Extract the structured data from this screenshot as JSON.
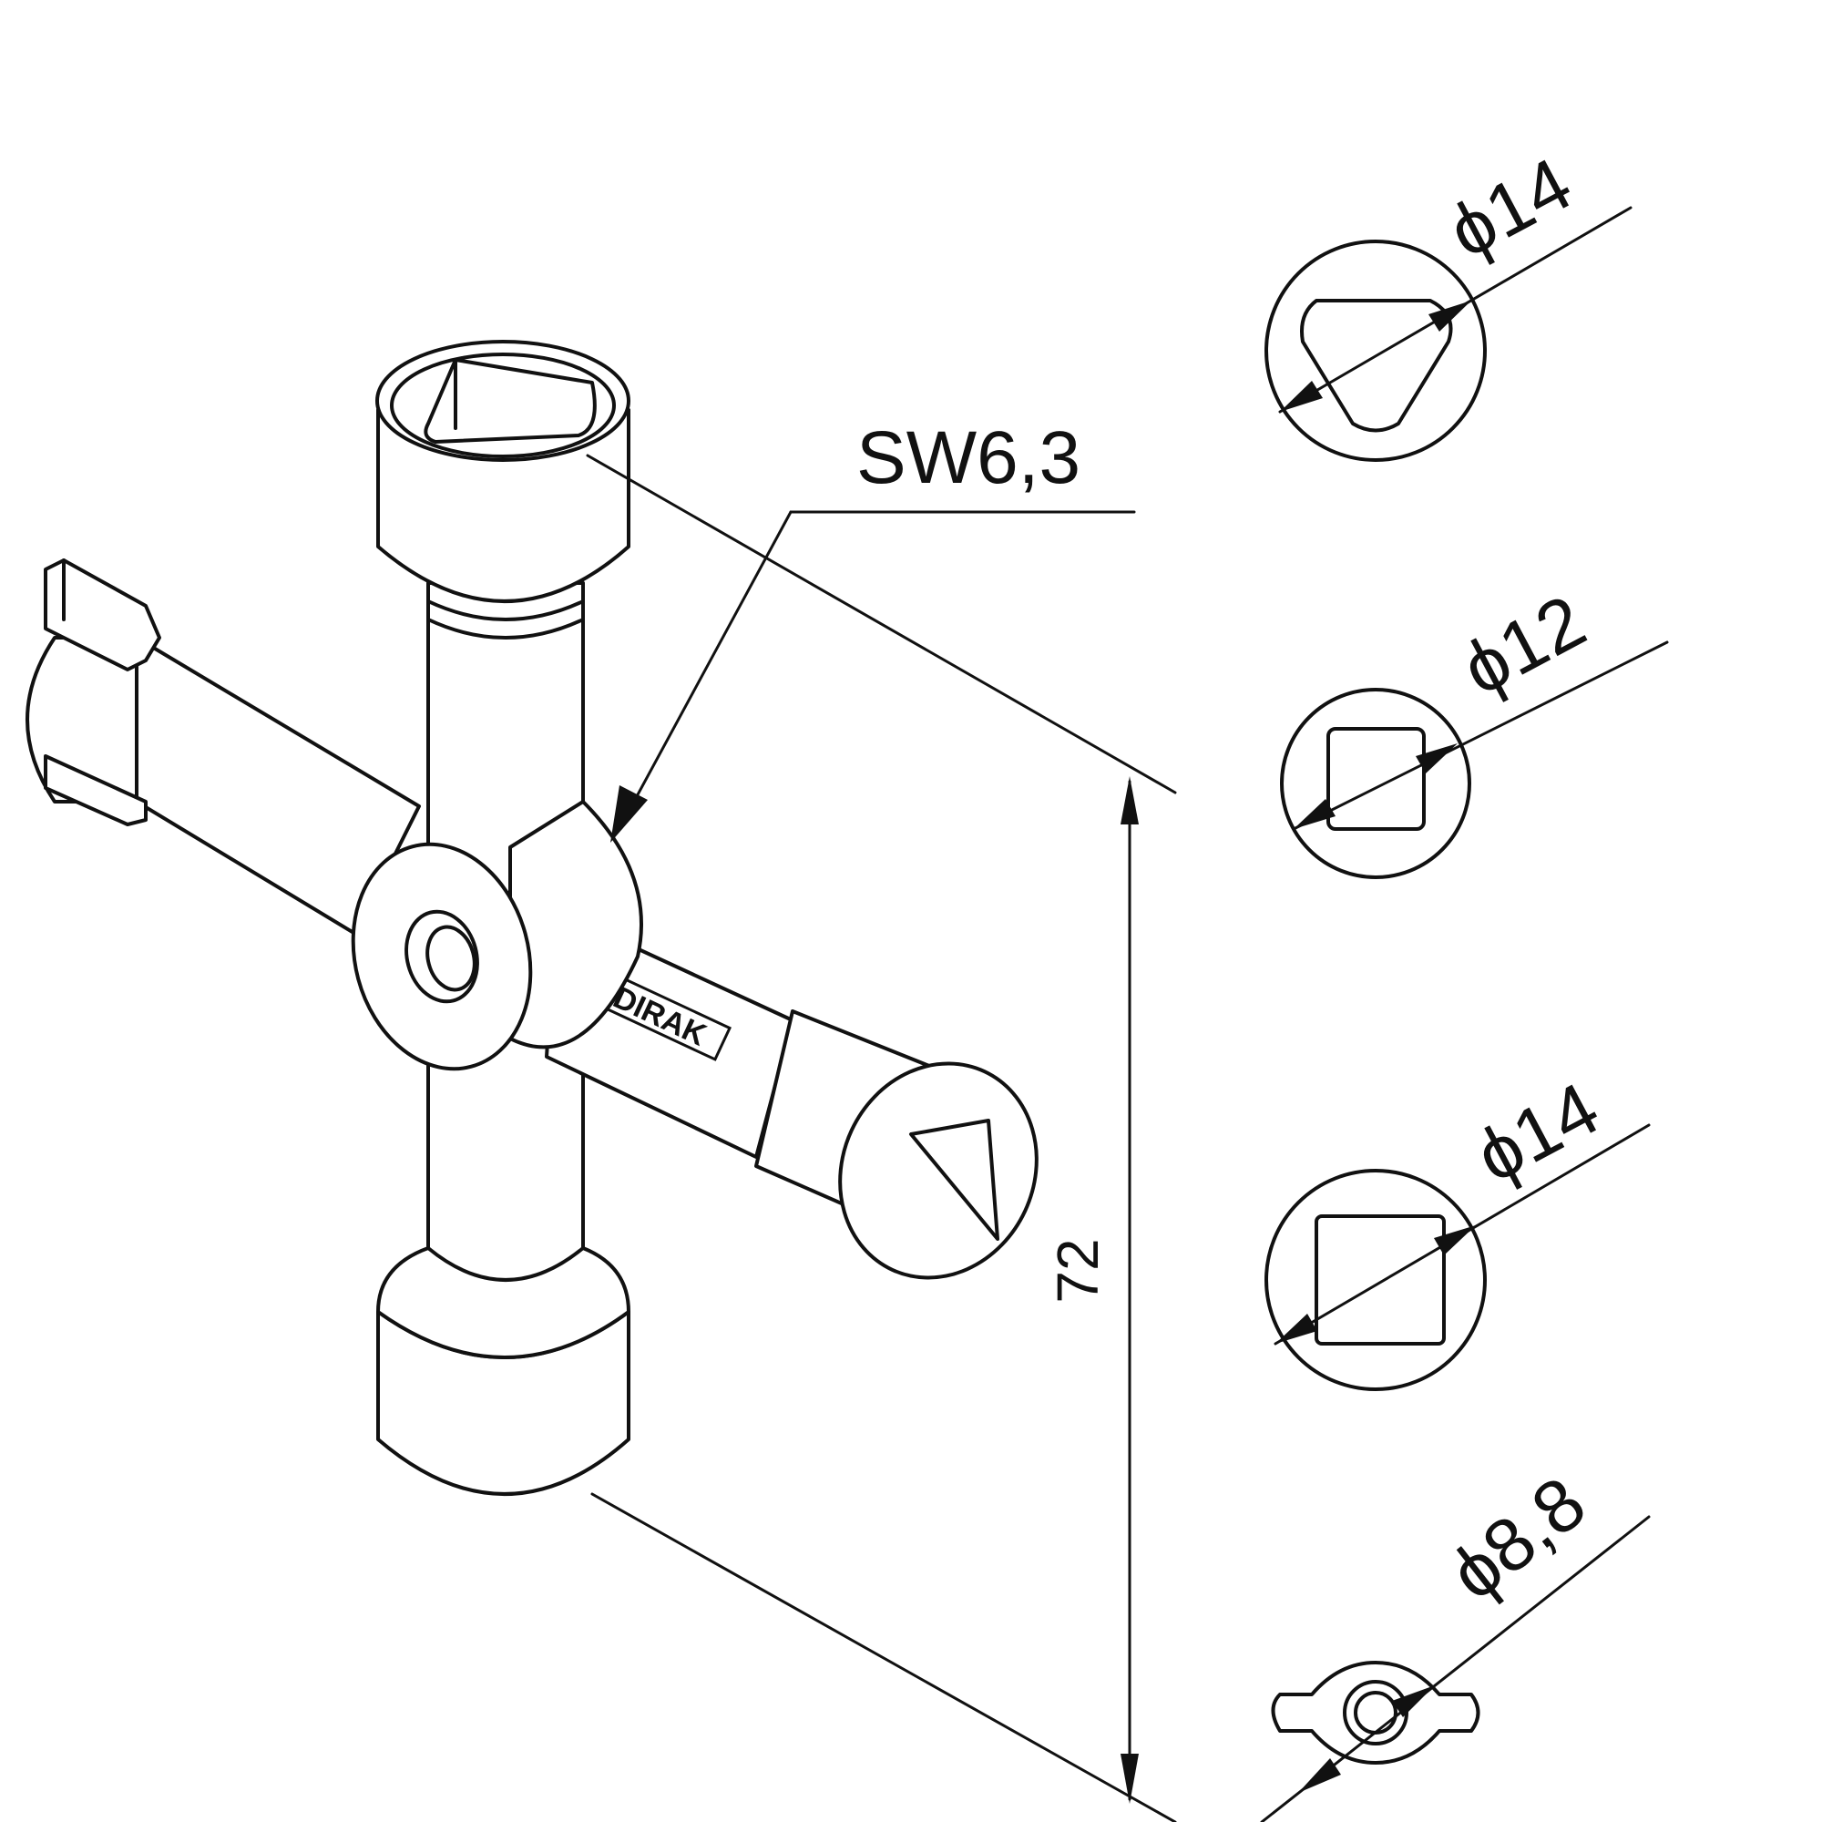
{
  "drawing": {
    "callout_label": "SW6,3",
    "overall_dimension": "72",
    "brand_logo": "DIRAK",
    "profiles": [
      {
        "label": "ϕ14",
        "shape": "rounded triangle"
      },
      {
        "label": "ϕ12",
        "shape": "square"
      },
      {
        "label": "ϕ14",
        "shape": "square"
      },
      {
        "label": "ϕ8,8",
        "shape": "double-bit"
      }
    ]
  },
  "colors": {
    "line": "#111111",
    "background": "#ffffff"
  }
}
